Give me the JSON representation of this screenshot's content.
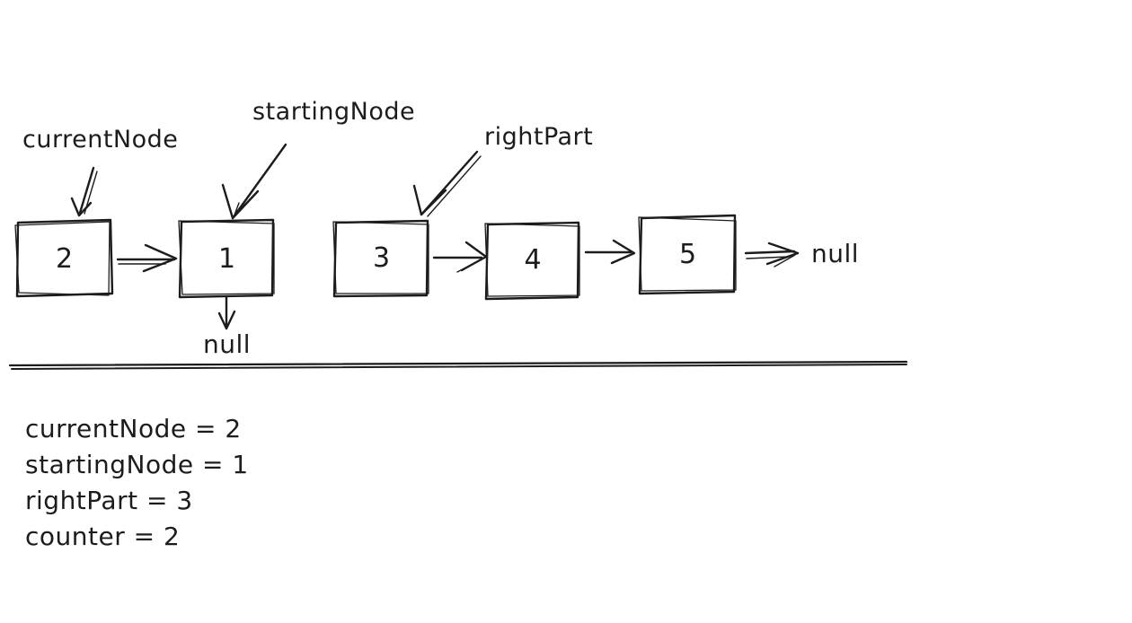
{
  "diagram": {
    "pointer_labels": {
      "currentNode": "currentNode",
      "startingNode": "startingNode",
      "rightPart": "rightPart"
    },
    "nodes": [
      {
        "value": "2"
      },
      {
        "value": "1"
      },
      {
        "value": "3"
      },
      {
        "value": "4"
      },
      {
        "value": "5"
      }
    ],
    "node1_next_label": "null",
    "list_end_label": "null"
  },
  "variables": {
    "lines": [
      "currentNode = 2",
      "startingNode = 1",
      "rightPart = 3",
      "counter = 2"
    ]
  },
  "colors": {
    "ink": "#1c1c1c",
    "background": "#ffffff"
  }
}
